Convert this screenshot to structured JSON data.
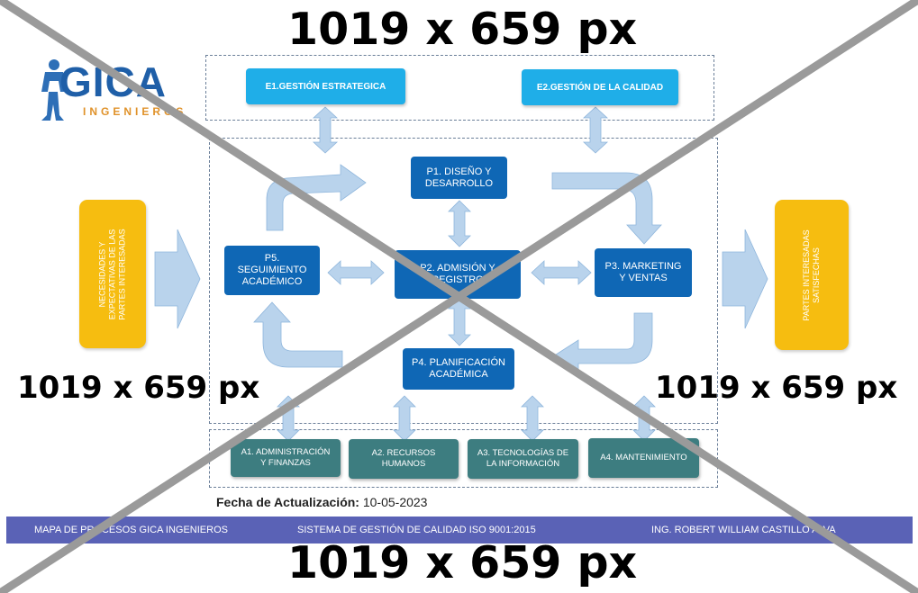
{
  "watermark": {
    "text": "1019 x 659 px"
  },
  "logo": {
    "brand": "GICA",
    "sub": "INGENIEROS"
  },
  "strategic": [
    {
      "label": "E1.GESTIÓN ESTRATEGICA"
    },
    {
      "label": "E2.GESTIÓN DE LA CALIDAD"
    }
  ],
  "core": {
    "p1": {
      "line1": "P1. DISEÑO Y",
      "line2": "DESARROLLO"
    },
    "p2": {
      "line1": "P2. ADMISIÓN Y",
      "line2": "REGISTRO"
    },
    "p3": {
      "line1": "P3. MARKETING",
      "line2": "Y VENTAS"
    },
    "p4": {
      "line1": "P4. PLANIFICACIÓN",
      "line2": "ACADÉMICA"
    },
    "p5": {
      "line1": "P5.",
      "line2": "SEGUIMIENTO",
      "line3": "ACADÉMICO"
    }
  },
  "inputs": {
    "line1": "NECESIDADES Y",
    "line2": "EXPECTATIVAS DE LAS",
    "line3": "PARTES INTERESADAS"
  },
  "outputs": {
    "line1": "PARTES INTERESADAS",
    "line2": "SATISFECHAS"
  },
  "support": [
    {
      "line1": "A1. ADMINISTRACIÓN",
      "line2": "Y FINANZAS"
    },
    {
      "line1": "A2. RECURSOS",
      "line2": "HUMANOS"
    },
    {
      "line1": "A3. TECNOLOGÍAS DE",
      "line2": "LA INFORMACIÓN"
    },
    {
      "line1": "A4. MANTENIMIENTO",
      "line2": ""
    }
  ],
  "update": {
    "label": "Fecha de Actualización:",
    "date": "10-05-2023"
  },
  "footer": {
    "left": "MAPA DE PROCESOS GICA INGENIEROS",
    "center": "SISTEMA DE GESTIÓN DE CALIDAD ISO 9001:2015",
    "right": "ING. ROBERT WILLIAM CASTILLO ALVA"
  },
  "colors": {
    "core": "#0f67b5",
    "strategic": "#1faee8",
    "support": "#3d7d80",
    "io": "#f6bd10",
    "arrow": "#b9d3ec",
    "footer": "#5a62b6"
  }
}
